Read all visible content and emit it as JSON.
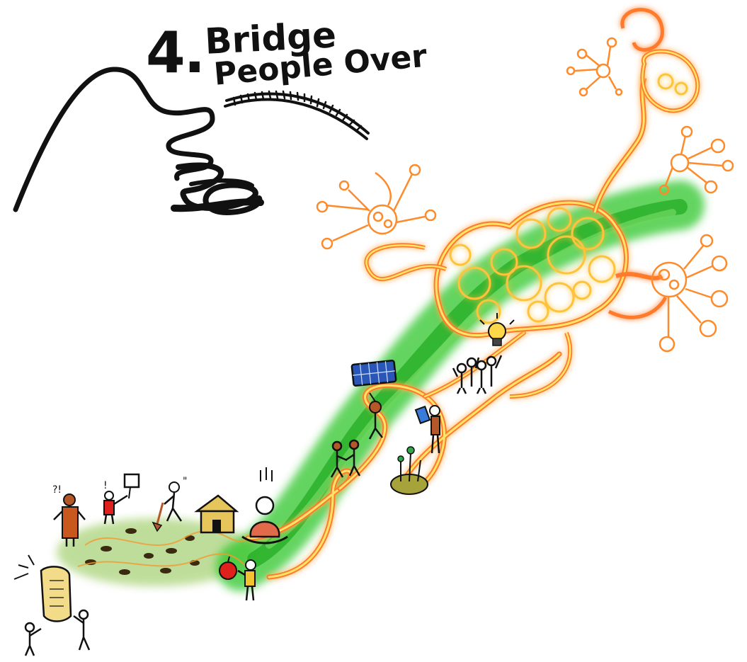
{
  "title": {
    "number": "4.",
    "line1": "Bridge",
    "line2": "People Over"
  },
  "colors": {
    "ink": "#111111",
    "green_path": "#22c02a",
    "glow_orange": "#ff8a1e",
    "glow_yellow": "#ffe46a",
    "brown": "#b4582a",
    "red": "#e0201c",
    "olive": "#a6a33a"
  },
  "icons": [
    "squiggle-mountain-icon",
    "railway-track-icon",
    "glowing-path-icon",
    "neuron-network-icon",
    "lightbulb-icon",
    "hut-icon",
    "apple-icon",
    "scroll-icon",
    "solar-panel-icon",
    "meditating-person-icon",
    "crowd-icon",
    "tablet-icon"
  ]
}
